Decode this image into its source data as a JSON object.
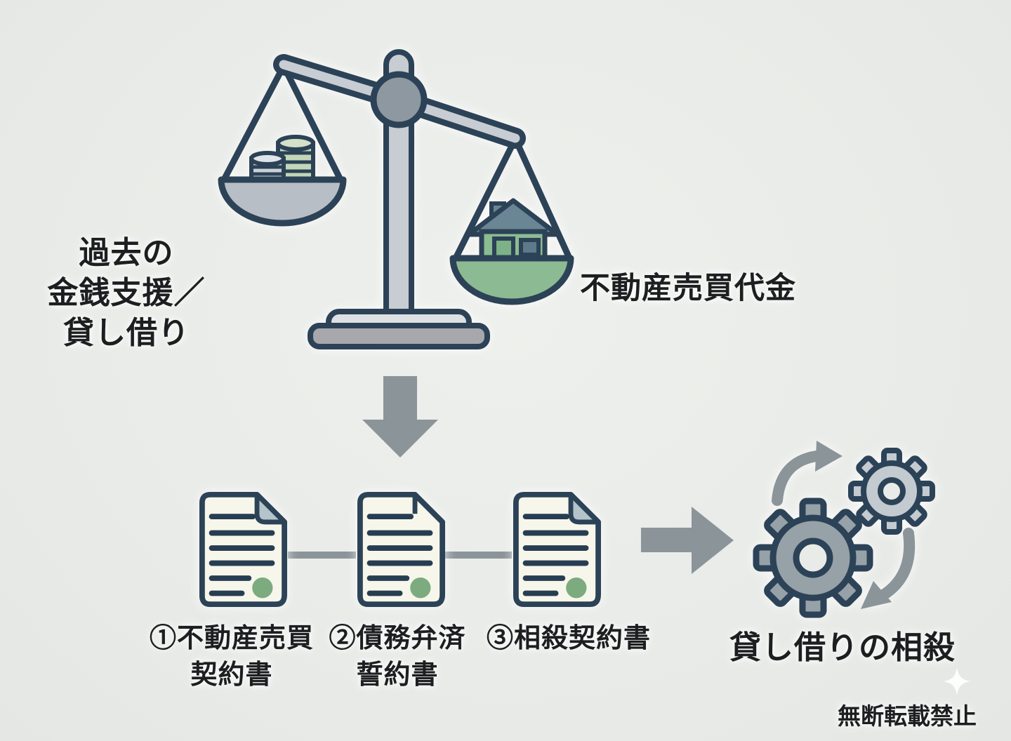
{
  "background": "#e9ebe8",
  "scale_section": {
    "left_label_lines": [
      "過去の",
      "金銭支援／",
      "貸し借り"
    ],
    "right_label": "不動産売買代金"
  },
  "documents_section": {
    "items": [
      {
        "label_lines": [
          "①不動産売買",
          "契約書"
        ]
      },
      {
        "label_lines": [
          "②債務弁済",
          "誓約書"
        ]
      },
      {
        "label_lines": [
          "③相殺契約書",
          ""
        ]
      }
    ]
  },
  "result_section": {
    "label": "貸し借りの相殺"
  },
  "watermark": "無断転載禁止",
  "icons": {
    "balance_scale": "tilted balance scale, coins pan up, house pan down",
    "coins": "two coin stacks (silver and green)",
    "house": "green house with slate roof",
    "document": "contract sheet with folded corner and green seal",
    "down_arrow": "solid gray block arrow down",
    "right_arrow": "solid gray block arrow right",
    "gears": "two meshing gears with rotation arrows",
    "sparkle": "faint white four-point star"
  },
  "colors": {
    "outline": "#2c4257",
    "text": "#1d1e20",
    "arrow_gray": "#8b9499",
    "metal_light": "#c7cdd2",
    "pivot_gray": "#8e98a0",
    "pan_gray": "#b7bec5",
    "pan_green": "#8cba92",
    "house_green": "#8cbc92",
    "door_green": "#7db287",
    "roof_slate": "#6a8694",
    "window_slate": "#5d7a8a",
    "coin_silver": "#c9d2d6",
    "coin_silver_top": "#dfe5e8",
    "coin_green": "#c3d7b8",
    "coin_green_top": "#d3e1c8",
    "base_light": "#dde1e3",
    "base_dark": "#a8a7ac",
    "doc_fill": "#f7f6ea",
    "doc_fold": "#b5c4cb",
    "doc_line": "#273d52",
    "seal_green": "#7cab80",
    "gear_dark": "#97a1a8",
    "gear_light": "#c3cad0"
  }
}
